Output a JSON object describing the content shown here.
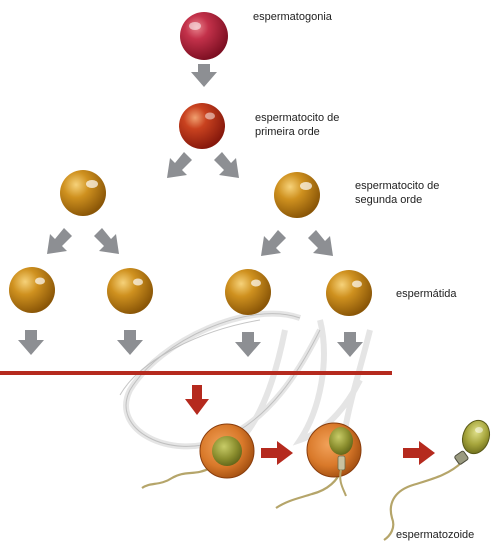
{
  "labels": {
    "spermatogonium": "espermatogonia",
    "primary_spermatocyte_line1": "espermatocito de",
    "primary_spermatocyte_line2": "primeira orde",
    "secondary_spermatocyte_line1": "espermatocito de",
    "secondary_spermatocyte_line2": "segunda orde",
    "spermatid": "espermátida",
    "spermatozoon": "espermatozoide"
  },
  "colors": {
    "spermatogonium": "#b3243a",
    "primary_spermatocyte": "#c0391b",
    "secondary_cells": "#c98a1e",
    "grey_arrow": "#8d8f93",
    "red_arrow": "#b52a1e",
    "divider_line": "#b52a1e",
    "sperm_body": "#d9792a",
    "nucleus": "#8b8e2e",
    "tail": "#b5a56a"
  }
}
